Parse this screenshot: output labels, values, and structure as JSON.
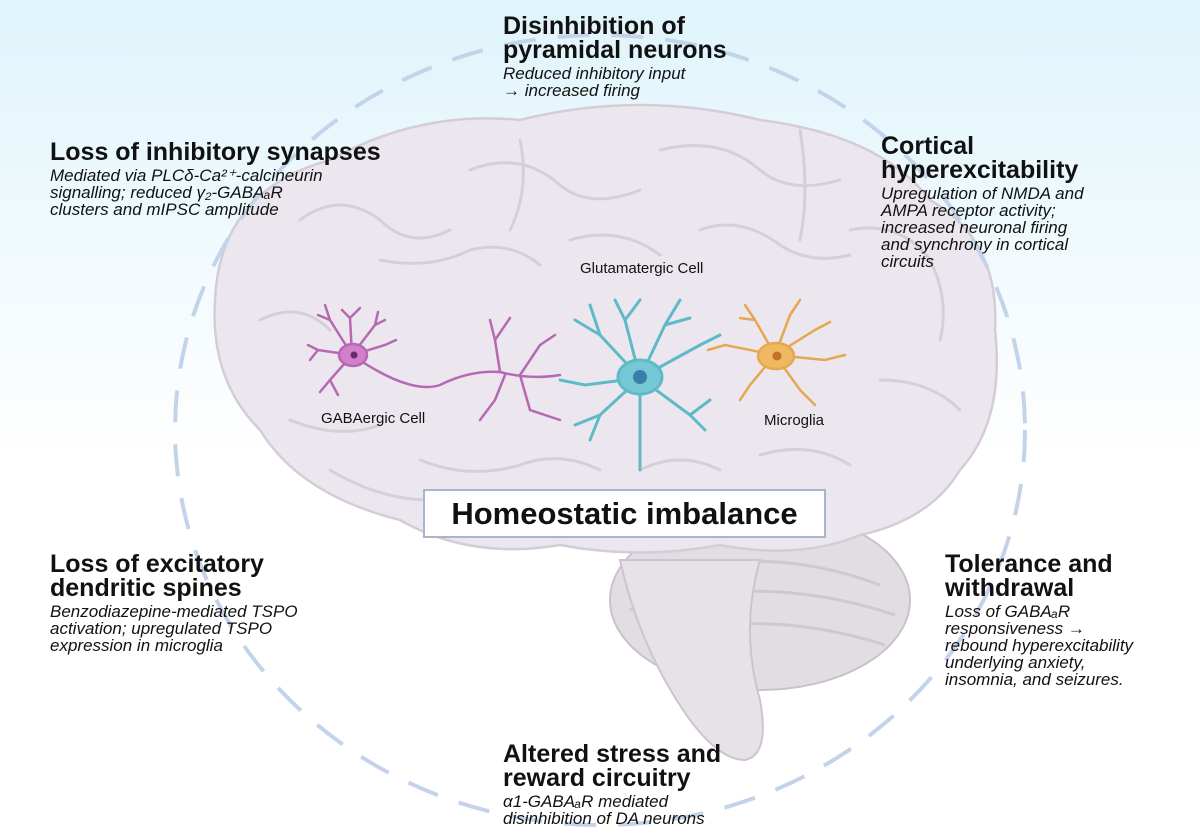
{
  "center": {
    "title": "Homeostatic imbalance"
  },
  "cells": {
    "gaba": "GABAergic Cell",
    "glut": "Glutamatergic Cell",
    "micro": "Microglia"
  },
  "blocks": {
    "disinhibition": {
      "heading": [
        "Disinhibition of",
        "pyramidal neurons"
      ],
      "body": [
        "Reduced inhibitory input",
        "→ increased firing"
      ]
    },
    "inhibitory": {
      "heading": [
        "Loss of inhibitory synapses"
      ],
      "body": [
        "Mediated via PLCδ-Ca²⁺-calcineurin",
        "signalling; reduced γ₂-GABAₐR",
        "clusters and mIPSC amplitude"
      ]
    },
    "cortical": {
      "heading": [
        "Cortical",
        "hyperexcitability"
      ],
      "body": [
        "Upregulation of NMDA and",
        "AMPA receptor activity;",
        "increased neuronal firing",
        "and synchrony in cortical",
        "circuits"
      ]
    },
    "excitatory": {
      "heading": [
        "Loss of excitatory",
        "dendritic spines"
      ],
      "body": [
        "Benzodiazepine-mediated TSPO",
        "activation; upregulated TSPO",
        "expression in microglia"
      ]
    },
    "tolerance": {
      "heading": [
        "Tolerance and",
        "withdrawal"
      ],
      "body": [
        "Loss of GABAₐR",
        "responsiveness →",
        "rebound hyperexcitability",
        "underlying anxiety,",
        "insomnia, and seizures."
      ]
    },
    "stress": {
      "heading": [
        "Altered stress and",
        "reward circuitry"
      ],
      "body": [
        "α1-GABAₐR mediated",
        "disinhibition of DA neurons"
      ]
    }
  }
}
